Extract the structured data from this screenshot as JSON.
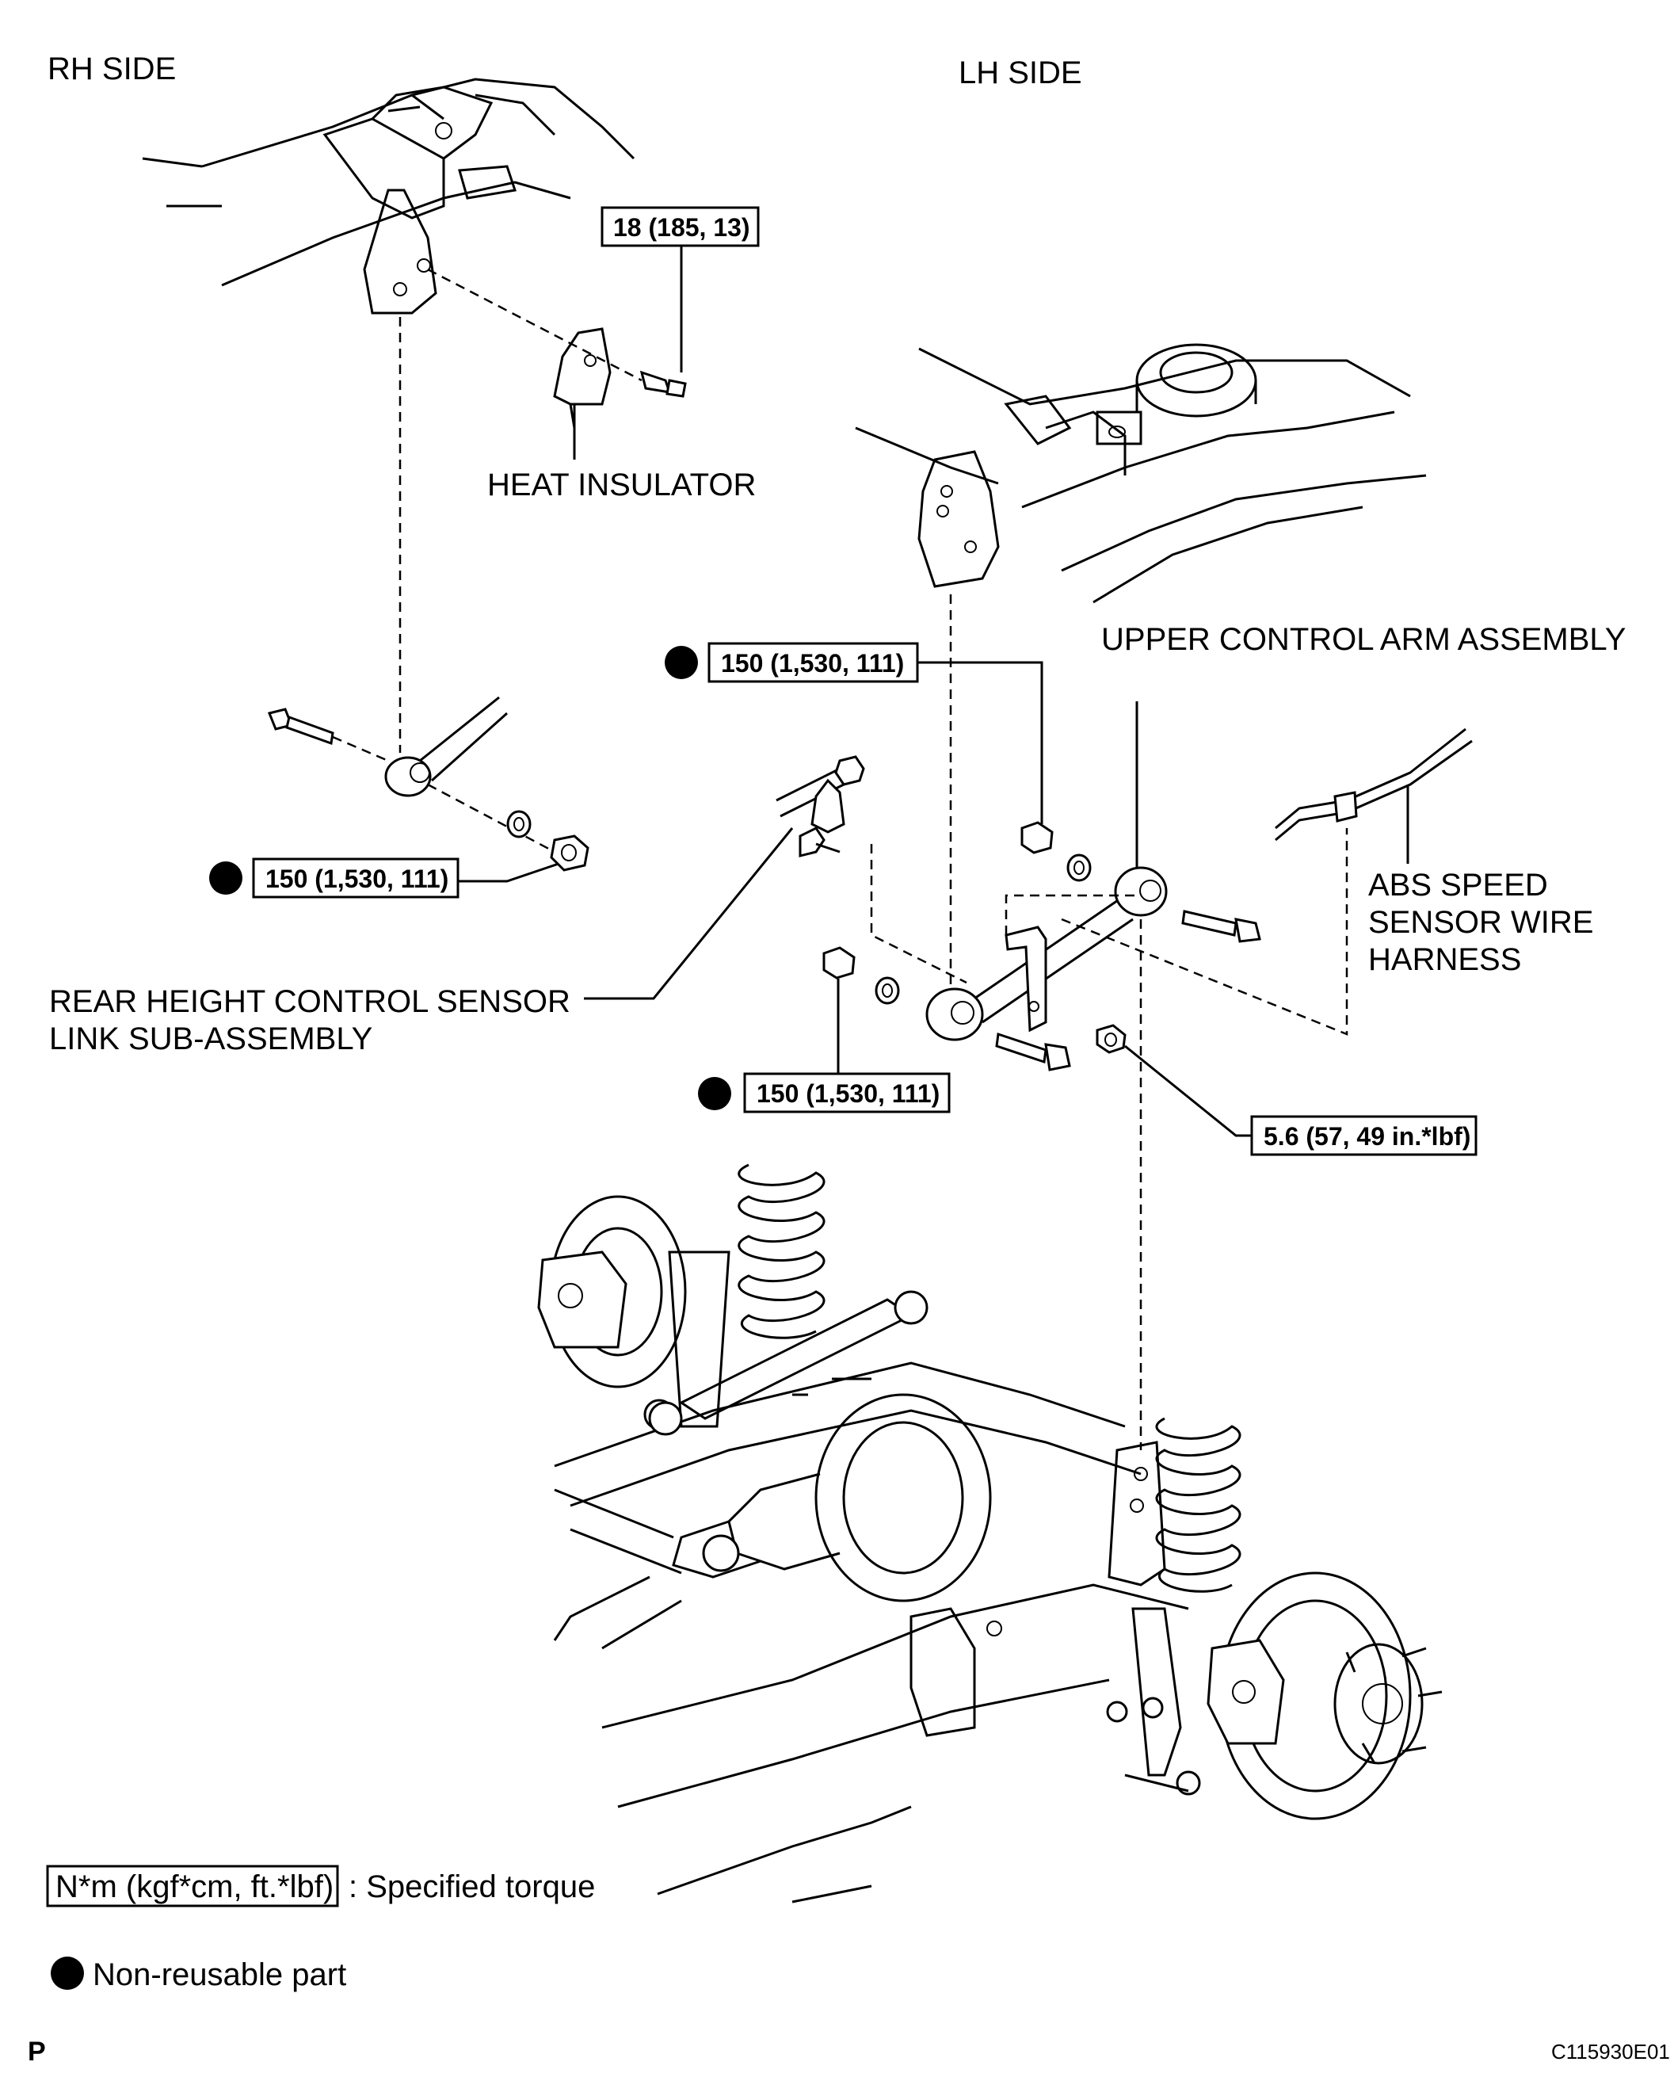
{
  "labels": {
    "rh_side": "RH SIDE",
    "lh_side": "LH SIDE",
    "heat_insulator": "HEAT INSULATOR",
    "upper_control_arm": "UPPER CONTROL ARM ASSEMBLY",
    "abs_line1": "ABS SPEED",
    "abs_line2": "SENSOR WIRE",
    "abs_line3": "HARNESS",
    "rear_height_line1": "REAR HEIGHT CONTROL SENSOR",
    "rear_height_line2": "LINK SUB-ASSEMBLY"
  },
  "torques": {
    "heat_insulator_bolt": "18 (185, 13)",
    "rh_nut": "150 (1,530, 111)",
    "lh_front_nut": "150 (1,530, 111)",
    "lh_rear_nut": "150 (1,530, 111)",
    "sensor_nut": "5.6 (57, 49 in.*lbf)"
  },
  "legend": {
    "torque_box": "N*m (kgf*cm, ft.*lbf)",
    "torque_desc": ": Specified torque",
    "nonreusable": "Non-reusable part"
  },
  "footer": {
    "corner_left": "P",
    "figure_code": "C115930E01"
  }
}
